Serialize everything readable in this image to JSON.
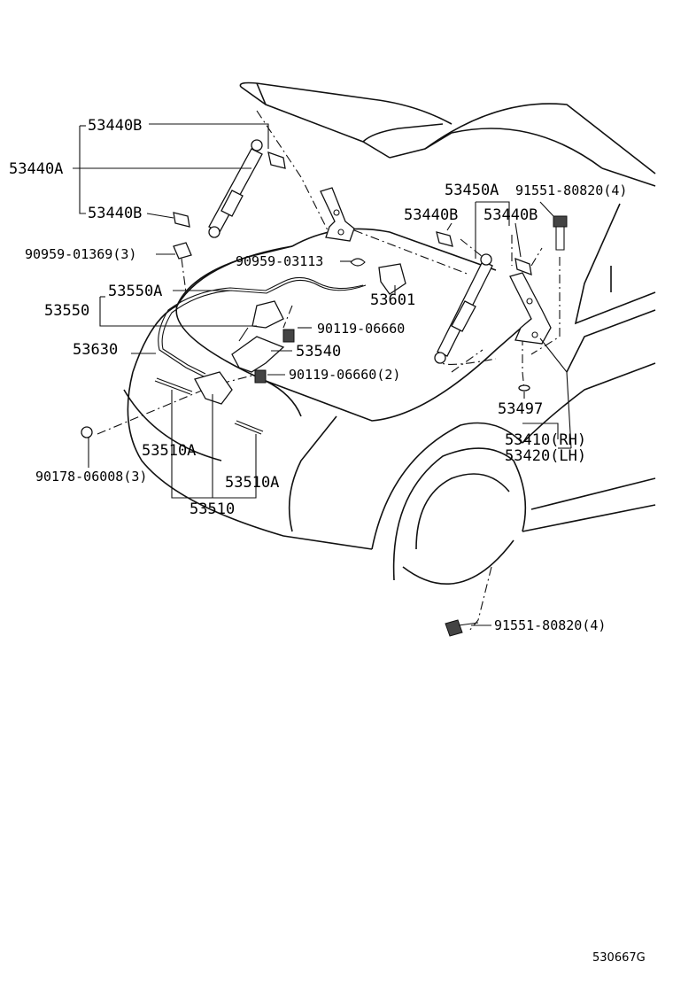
{
  "diagram": {
    "labels": {
      "p53440b_top": "53440B",
      "p53440a": "53440A",
      "p53440b_left": "53440B",
      "p90959_01369": "90959-01369(3)",
      "p90959_03113": "90959-03113",
      "p53550a": "53550A",
      "p53550": "53550",
      "p53601": "53601",
      "p90119_06660": "90119-06660",
      "p53630": "53630",
      "p53540": "53540",
      "p90119_06660_2": "90119-06660(2)",
      "p53450a": "53450A",
      "p91551_80820_top": "91551-80820(4)",
      "p53440b_mid": "53440B",
      "p53440b_right": "53440B",
      "p53497": "53497",
      "p53410": "53410(RH)",
      "p53420": "53420(LH)",
      "p90178_06008": "90178-06008(3)",
      "p53510a_left": "53510A",
      "p53510a_right": "53510A",
      "p53510": "53510",
      "p91551_80820_bottom": "91551-80820(4)"
    },
    "figure_code": "530667G"
  }
}
